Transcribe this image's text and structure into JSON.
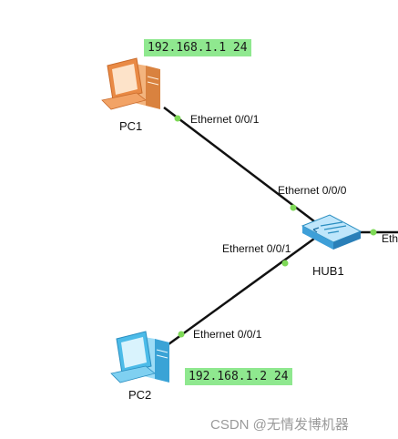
{
  "devices": {
    "pc1": {
      "name": "PC1",
      "ip": "192.168.1.1 24",
      "port": "Ethernet 0/0/1"
    },
    "pc2": {
      "name": "PC2",
      "ip": "192.168.1.2 24",
      "port": "Ethernet 0/0/1"
    },
    "hub1": {
      "name": "HUB1",
      "port_to_pc1": "Ethernet 0/0/0",
      "port_to_pc2": "Ethernet 0/0/1",
      "port_right_truncated": "Eth"
    }
  },
  "colors": {
    "pc1": "#f0a060",
    "pc2": "#5cc8f0",
    "hub": "#4aa8e0",
    "ip_bg": "#8fe88f",
    "port_dot": "#7ed957",
    "link": "#111111"
  },
  "watermark": "CSDN @无情发博机器"
}
